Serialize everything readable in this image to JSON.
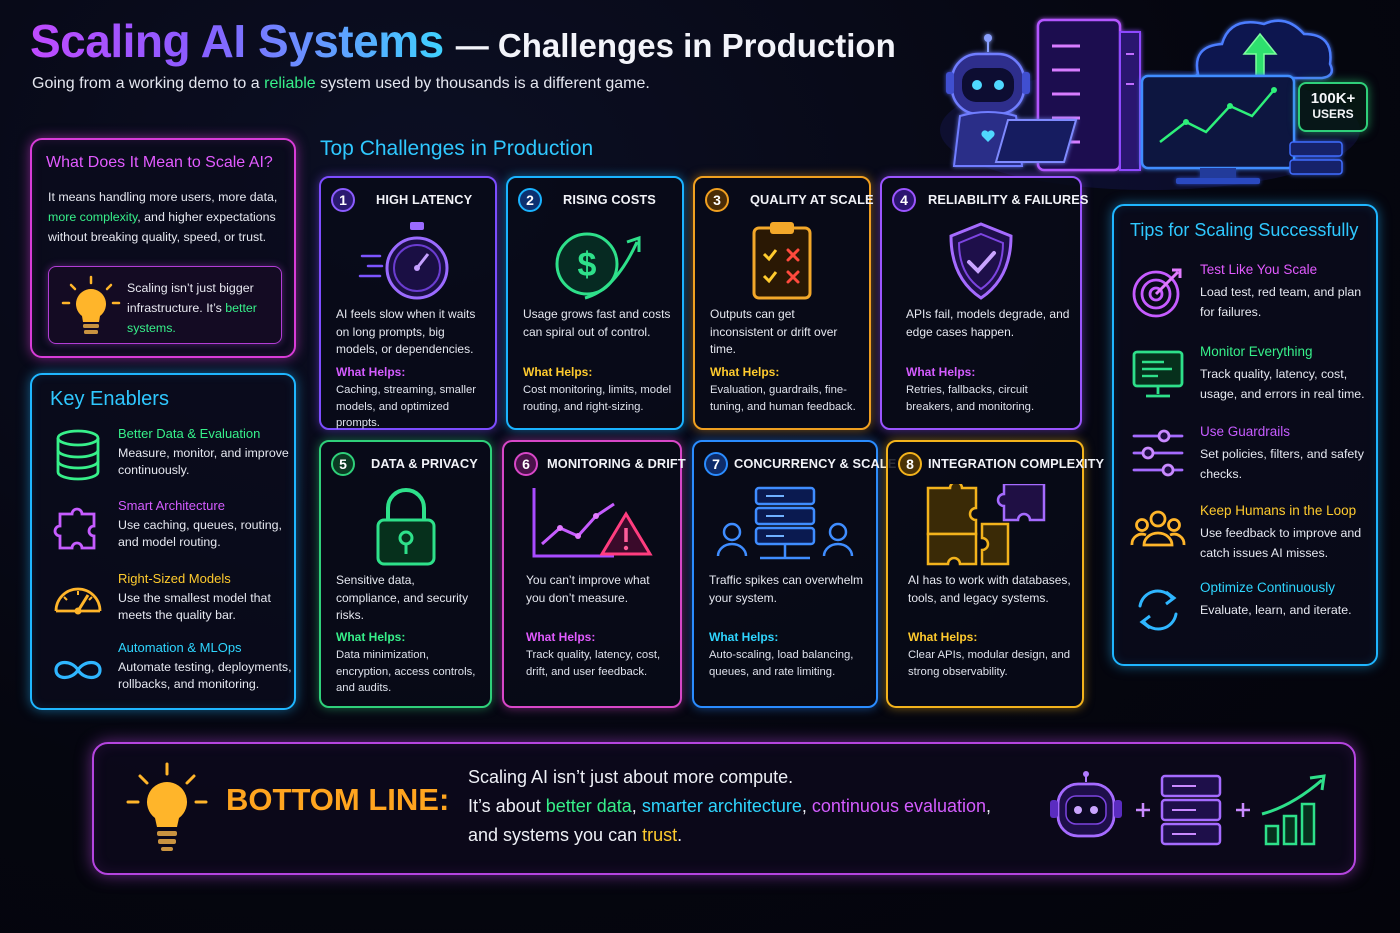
{
  "header": {
    "title_main": "Scaling AI Systems",
    "title_sub": "— Challenges in Production",
    "subtitle_pre": "Going from a working demo to a ",
    "subtitle_hl": "reliable",
    "subtitle_post": " system used by thousands is a different game."
  },
  "hero": {
    "badge_number": "100K+",
    "badge_label": "USERS"
  },
  "meaning": {
    "title": "What Does It Mean to Scale AI?",
    "body_1": "It means handling more users, more data, ",
    "body_hl": "more complexity",
    "body_2": ", and higher expectations without breaking quality, speed, or trust.",
    "note_1": "Scaling isn’t just bigger infrastructure. It’s ",
    "note_hl": "better systems."
  },
  "enablers": {
    "title": "Key Enablers",
    "items": [
      {
        "title": "Better Data & Evaluation",
        "desc": "Measure, monitor, and improve continuously.",
        "color": "#37f08a",
        "icon": "database-icon"
      },
      {
        "title": "Smart Architecture",
        "desc": "Use caching, queues, routing, and model routing.",
        "color": "#d45cff",
        "icon": "puzzle-icon"
      },
      {
        "title": "Right-Sized Models",
        "desc": "Use the smallest model that meets the quality bar.",
        "color": "#ffcb2e",
        "icon": "gauge-icon"
      },
      {
        "title": "Automation & MLOps",
        "desc": "Automate testing, deployments, rollbacks, and monitoring.",
        "color": "#2fd6ff",
        "icon": "infinity-icon"
      }
    ]
  },
  "challenges": {
    "title": "Top Challenges in Production",
    "helps_label": "What Helps:",
    "cards": [
      {
        "num": "1",
        "title": "HIGH LATENCY",
        "desc": "AI feels slow when it waits on long prompts, big models, or dependencies.",
        "helps": "Caching, streaming, smaller models, and optimized prompts.",
        "color": "#8b5cff",
        "icon": "stopwatch-icon"
      },
      {
        "num": "2",
        "title": "RISING COSTS",
        "desc": "Usage grows fast and costs can spiral out of control.",
        "helps": "Cost monitoring, limits, model routing, and right-sizing.",
        "color": "#1ab3ff",
        "icon": "dollar-growth-icon"
      },
      {
        "num": "3",
        "title": "QUALITY AT SCALE",
        "desc": "Outputs can get inconsistent or drift over time.",
        "helps": "Evaluation, guardrails, fine-tuning, and human feedback.",
        "color": "#f0a020",
        "icon": "checklist-icon"
      },
      {
        "num": "4",
        "title": "RELIABILITY & FAILURES",
        "desc": "APIs fail, models degrade, and edge cases happen.",
        "helps": "Retries, fallbacks, circuit breakers, and monitoring.",
        "color": "#9b55ff",
        "icon": "shield-check-icon"
      },
      {
        "num": "5",
        "title": "DATA & PRIVACY",
        "desc": "Sensitive data, compliance, and security risks.",
        "helps": "Data minimization, encryption, access controls, and audits.",
        "color": "#2fd07a",
        "icon": "lock-icon"
      },
      {
        "num": "6",
        "title": "MONITORING & DRIFT",
        "desc": "You can’t improve what you don’t measure.",
        "helps": "Track quality, latency, cost, drift, and user feedback.",
        "color": "#d847c8",
        "icon": "chart-warning-icon"
      },
      {
        "num": "7",
        "title": "CONCURRENCY & SCALE",
        "desc": "Traffic spikes can overwhelm your system.",
        "helps": "Auto-scaling, load balancing, queues, and rate limiting.",
        "color": "#2a8cff",
        "icon": "server-users-icon"
      },
      {
        "num": "8",
        "title": "INTEGRATION COMPLEXITY",
        "desc": "AI has to work with databases, tools, and legacy systems.",
        "helps": "Clear APIs, modular design, and strong observability.",
        "color": "#f3b31c",
        "icon": "puzzle-pieces-icon"
      }
    ]
  },
  "tips": {
    "title": "Tips for Scaling Successfully",
    "items": [
      {
        "title": "Test Like You Scale",
        "desc": "Load test, red team, and plan for failures.",
        "color": "#e25bff",
        "icon": "target-icon"
      },
      {
        "title": "Monitor Everything",
        "desc": "Track quality, latency, cost, usage, and errors in real time.",
        "color": "#37f08a",
        "icon": "monitor-icon"
      },
      {
        "title": "Use Guardrails",
        "desc": "Set policies, filters, and safety checks.",
        "color": "#c65cff",
        "icon": "sliders-icon"
      },
      {
        "title": "Keep Humans in the Loop",
        "desc": "Use feedback to improve and catch issues AI misses.",
        "color": "#ffcb2e",
        "icon": "people-icon"
      },
      {
        "title": "Optimize Continuously",
        "desc": "Evaluate, learn, and iterate.",
        "color": "#2fd6ff",
        "icon": "refresh-icon"
      }
    ]
  },
  "bottom": {
    "label": "BOTTOM LINE:",
    "line1": "Scaling AI isn’t just about more compute.",
    "line2_a": "It’s about ",
    "line2_b": "better data",
    "line2_c": ", ",
    "line2_d": "smarter architecture",
    "line2_e": ", ",
    "line2_f": "continuous evaluation",
    "line2_g": ",",
    "line3_a": "and systems you can ",
    "line3_b": "trust",
    "line3_c": "."
  }
}
